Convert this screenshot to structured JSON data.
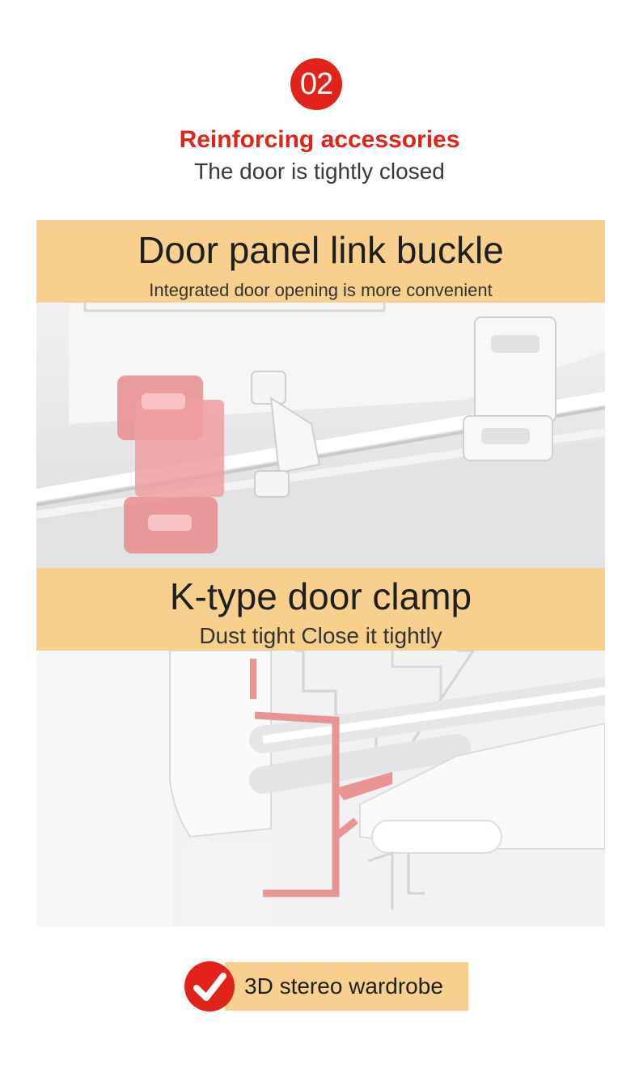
{
  "badge": {
    "number": "02"
  },
  "header": {
    "title": "Reinforcing accessories",
    "subtitle": "The door is tightly closed"
  },
  "sections": [
    {
      "title": "Door panel link buckle",
      "subtitle": "Integrated door opening is more convenient"
    },
    {
      "title": "K-type door clamp",
      "subtitle": "Dust tight Close it tightly"
    }
  ],
  "footer": {
    "label": "3D stereo wardrobe",
    "icon": "check-circle-icon"
  },
  "colors": {
    "accent": "#e2231a",
    "banner": "#f8cf8d",
    "part_highlight": "#e88c8c"
  }
}
